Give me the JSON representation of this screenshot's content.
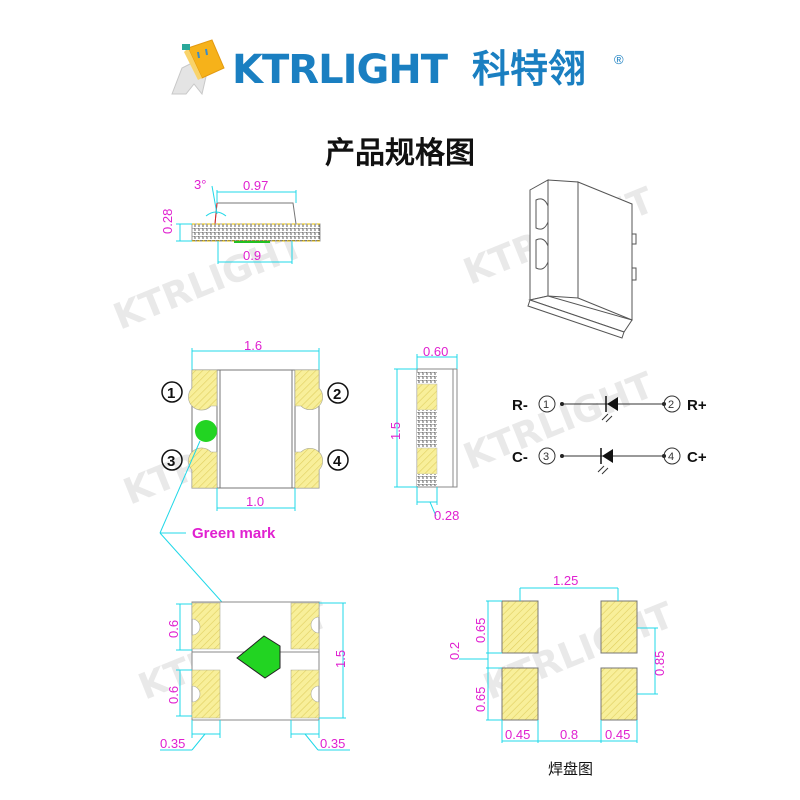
{
  "header": {
    "brand": "KTRLIGHT",
    "brand_cn": "科特翎",
    "registered": "®",
    "title": "产品规格图"
  },
  "colors": {
    "brand_blue": "#1a7fc1",
    "dimension_magenta": "#e020d0",
    "dimension_cyan": "#20d8e8",
    "pad_yellow": "#f8ef9a",
    "green_mark": "#22d422",
    "outline": "#555555"
  },
  "watermark": {
    "text": "KTRLIGHT",
    "reg": "®"
  },
  "side_view": {
    "angle": "3°",
    "top_width": "0.97",
    "height": "0.28",
    "bottom_width": "0.9"
  },
  "top_view": {
    "width": "1.6",
    "inner_width": "1.0",
    "pins": [
      "1",
      "2",
      "3",
      "4"
    ]
  },
  "end_view": {
    "depth": "0.60",
    "length": "1.5",
    "pad": "0.28"
  },
  "circuit": {
    "rows": [
      {
        "left_label": "R-",
        "left_pin": "1",
        "right_pin": "2",
        "right_label": "R+"
      },
      {
        "left_label": "C-",
        "left_pin": "3",
        "right_pin": "4",
        "right_label": "C+"
      }
    ]
  },
  "green_mark_label": "Green mark",
  "bottom_view": {
    "pad_height_top": "0.6",
    "pad_height_bottom": "0.6",
    "length": "1.5",
    "pad_width_left": "0.35",
    "pad_width_right": "0.35"
  },
  "solder_pad": {
    "pitch": "1.25",
    "pad_height_top": "0.65",
    "gap": "0.2",
    "pad_height_bottom": "0.65",
    "right_span": "0.85",
    "pad_width_left": "0.45",
    "spacing": "0.8",
    "pad_width_right": "0.45",
    "caption": "焊盘图"
  }
}
